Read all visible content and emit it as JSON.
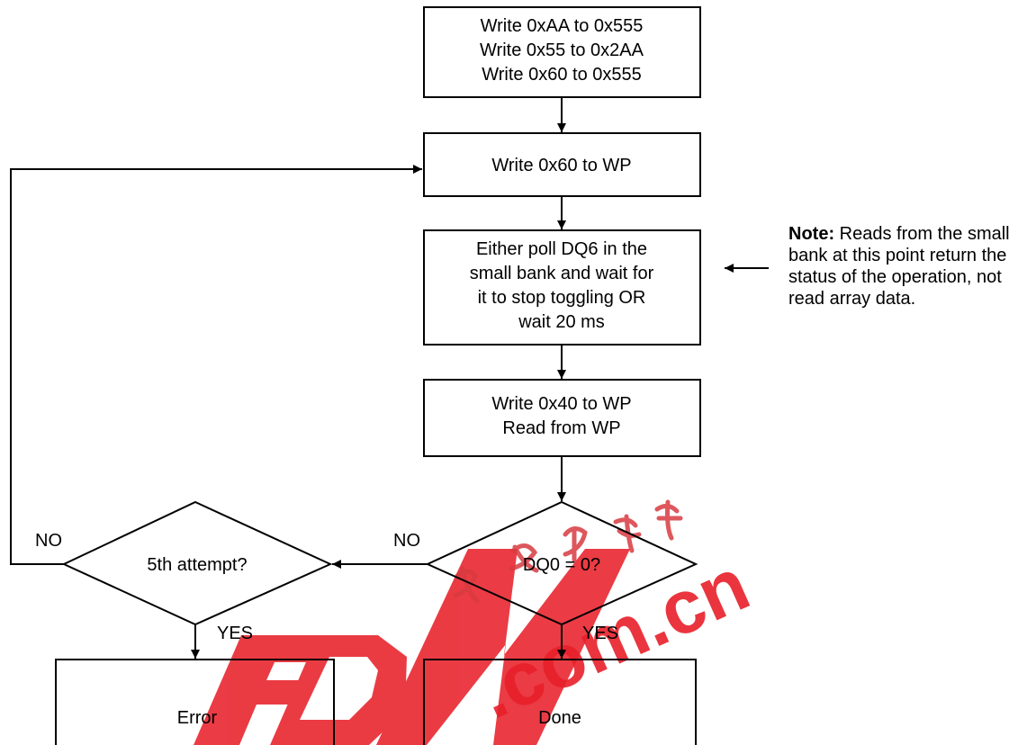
{
  "steps": {
    "unlock": {
      "lines": [
        "Write 0xAA to 0x555",
        "Write 0x55 to 0x2AA",
        "Write 0x60 to 0x555"
      ]
    },
    "write_wp": {
      "lines": [
        "Write 0x60 to WP"
      ]
    },
    "poll": {
      "lines": [
        "Either poll DQ6 in the",
        "small bank and wait for",
        "it to stop toggling OR",
        "wait 20 ms"
      ]
    },
    "read_wp": {
      "lines": [
        "Write 0x40 to WP",
        "Read from WP"
      ]
    },
    "dq0_check": {
      "text": "DQ0 = 0?"
    },
    "attempt_check": {
      "text": "5th attempt?"
    },
    "done": {
      "text": "Done"
    },
    "error": {
      "text": "Error"
    }
  },
  "branch_labels": {
    "dq0_no": "NO",
    "dq0_yes": "YES",
    "attempt_no": "NO",
    "attempt_yes": "YES"
  },
  "note": {
    "heading": "Note:",
    "body": "Reads from the small bank at this point return the status of the operation, not read array data."
  },
  "watermark": {
    "brand": "EDN",
    "domain": ".com.cn",
    "color": "#e8202a"
  }
}
